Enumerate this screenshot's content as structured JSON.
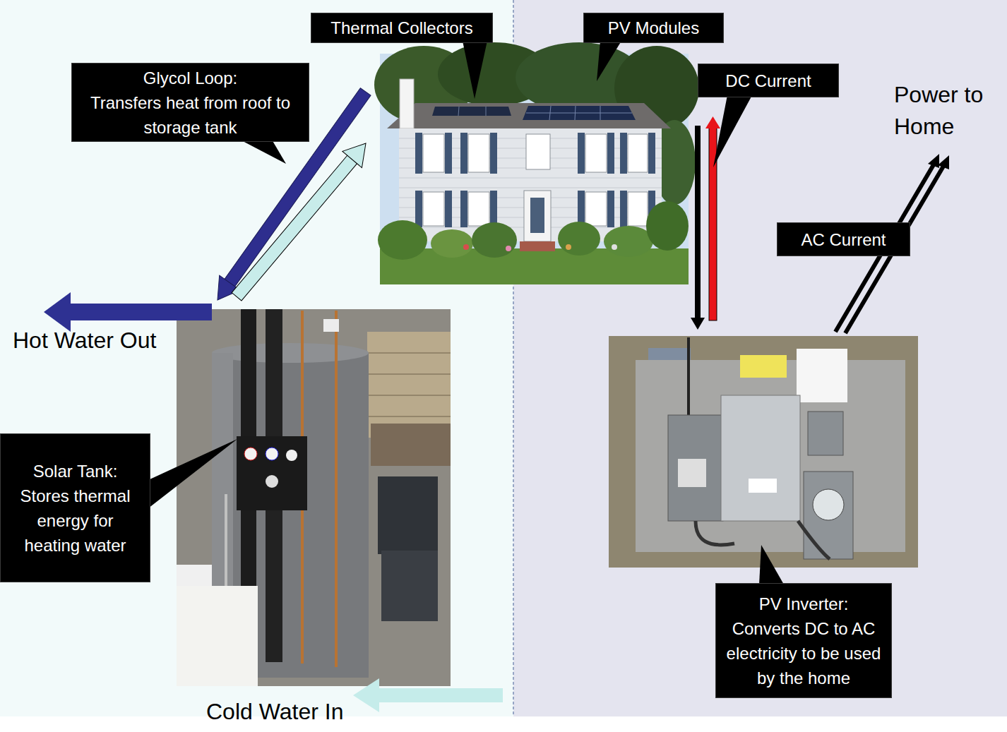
{
  "diagram": {
    "nodes": [
      {
        "text": [
          "Thermal Collectors"
        ]
      },
      {
        "text": [
          "PV Modules"
        ]
      },
      {
        "text": [
          "Glycol Loop:",
          "Transfers heat from roof to storage tank"
        ]
      },
      {
        "text": [
          "DC Current"
        ]
      },
      {
        "text": [
          "AC Current"
        ]
      },
      {
        "text": [
          "Solar Tank:",
          "Stores thermal energy for heating water"
        ]
      },
      {
        "text": [
          "PV Inverter:",
          "Converts DC to AC electricity to be used by the home"
        ]
      }
    ],
    "labels": [
      "Power to Home",
      "Hot Water Out",
      "Cold Water In"
    ]
  }
}
